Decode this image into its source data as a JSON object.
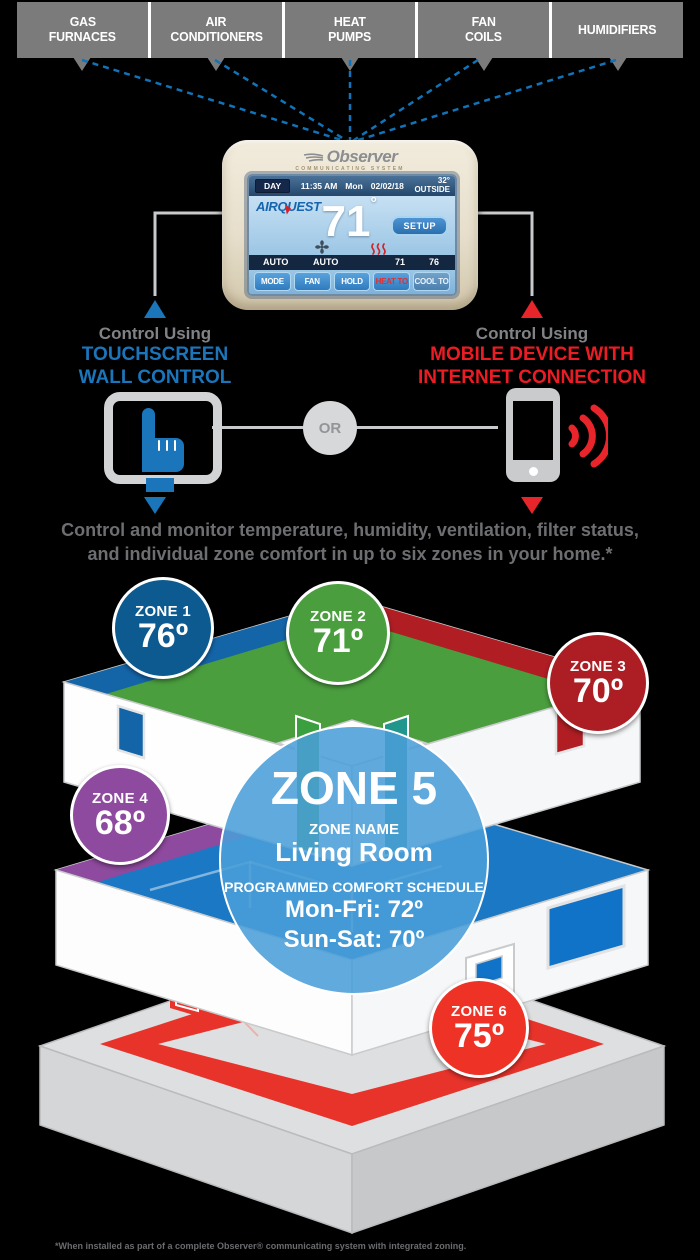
{
  "header": {
    "boxes": [
      {
        "line1": "GAS",
        "line2": "FURNACES"
      },
      {
        "line1": "AIR",
        "line2": "CONDITIONERS"
      },
      {
        "line1": "HEAT",
        "line2": "PUMPS"
      },
      {
        "line1": "FAN",
        "line2": "COILS"
      },
      {
        "line1": "HUMIDIFIERS",
        "line2": ""
      }
    ]
  },
  "thermostat": {
    "brand": "Observer",
    "brand_sub": "COMMUNICATING SYSTEM",
    "day_label": "DAY",
    "time": "11:35 AM",
    "weekday": "Mon",
    "date": "02/02/18",
    "outside_temp": "32°",
    "outside_label": "OUTSIDE",
    "logo": "AIRQUEST",
    "current_temp": "71",
    "degree": "°",
    "setup_label": "SETUP",
    "status": {
      "mode": "AUTO",
      "fan": "AUTO",
      "heat_to": "71",
      "cool_to": "76"
    },
    "buttons": [
      "MODE",
      "FAN",
      "HOLD",
      "HEAT TO",
      "COOL TO"
    ]
  },
  "left_control": {
    "eyebrow": "Control Using",
    "line1": "TOUCHSCREEN",
    "line2": "WALL CONTROL"
  },
  "right_control": {
    "eyebrow": "Control Using",
    "line1": "MOBILE DEVICE WITH",
    "line2": "INTERNET CONNECTION"
  },
  "or_label": "OR",
  "description": {
    "line1": "Control and monitor temperature, humidity, ventilation, filter status,",
    "line2": "and individual zone comfort in up to six zones in your home.*"
  },
  "zones": [
    {
      "name": "ZONE 1",
      "temp": "76º"
    },
    {
      "name": "ZONE 2",
      "temp": "71º"
    },
    {
      "name": "ZONE 3",
      "temp": "70º"
    },
    {
      "name": "ZONE 4",
      "temp": "68º"
    },
    {
      "name": "ZONE 6",
      "temp": "75º"
    }
  ],
  "zone5": {
    "title": "ZONE 5",
    "zone_name_label": "ZONE NAME",
    "zone_name": "Living Room",
    "schedule_label": "PROGRAMMED COMFORT SCHEDULE",
    "schedule": [
      "Mon-Fri: 72º",
      "Sun-Sat: 70º"
    ]
  },
  "footnote": "*When installed as part of a complete Observer® communicating system with integrated zoning.",
  "colors": {
    "accent_blue": "#1b75bb",
    "accent_red": "#ec1c24",
    "box_gray": "#7b7b7b",
    "zone1": "#0d5a90",
    "zone2": "#4a9e3e",
    "zone3": "#ac1e24",
    "zone4": "#8e4a9e",
    "zone5": "#4a9ed8",
    "zone6": "#ee3326"
  }
}
